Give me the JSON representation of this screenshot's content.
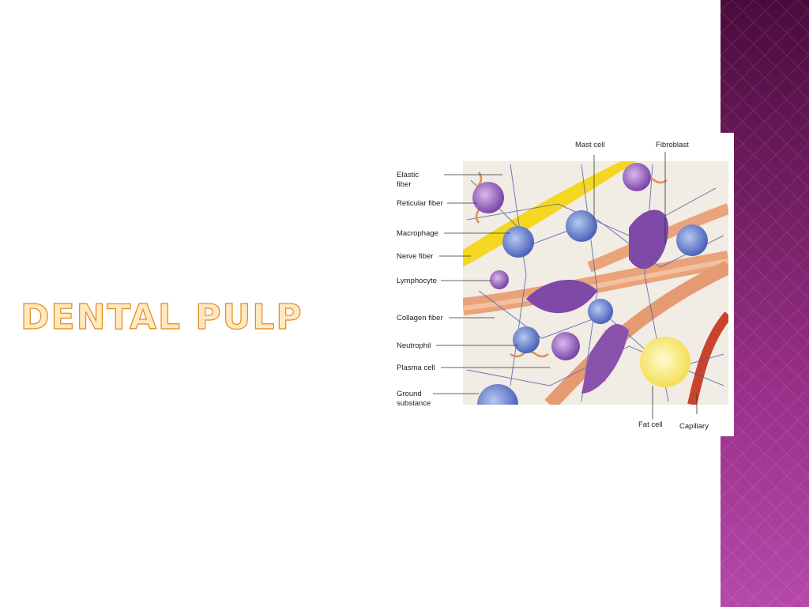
{
  "slide": {
    "title": "DENTAL PULP"
  },
  "diagram": {
    "left_labels": [
      {
        "line1": "Elastic",
        "line2": "fiber"
      },
      {
        "line1": "Reticular fiber",
        "line2": ""
      },
      {
        "line1": "Macrophage",
        "line2": ""
      },
      {
        "line1": "Nerve fiber",
        "line2": ""
      },
      {
        "line1": "Lymphocyte",
        "line2": ""
      },
      {
        "line1": "Collagen fiber",
        "line2": ""
      },
      {
        "line1": "Neutrophil",
        "line2": ""
      },
      {
        "line1": "Plasma cell",
        "line2": ""
      },
      {
        "line1": "Ground",
        "line2": "substance"
      }
    ],
    "top_labels": [
      "Mast cell",
      "Fibroblast"
    ],
    "bottom_labels": [
      "Fat cell",
      "Capillary"
    ]
  },
  "colors": {
    "band_dark": "#4a0b3c",
    "band_light": "#b548a9",
    "title_fill": "#ffe9c2",
    "title_stroke": "#e48a1c"
  }
}
